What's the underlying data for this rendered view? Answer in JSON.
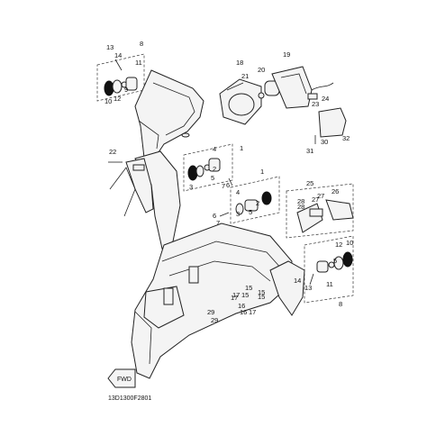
{
  "diagram_code": "13D1300F2801",
  "fwd_label": "FWD",
  "callouts": [
    "13",
    "8",
    "14",
    "11",
    "9",
    "12",
    "10",
    "18",
    "19",
    "21",
    "20",
    "24",
    "23",
    "22",
    "1",
    "4",
    "2",
    "5",
    "3",
    "7",
    "6",
    "32",
    "31",
    "30",
    "25",
    "26",
    "27",
    "28",
    "29",
    "15",
    "17",
    "16"
  ]
}
